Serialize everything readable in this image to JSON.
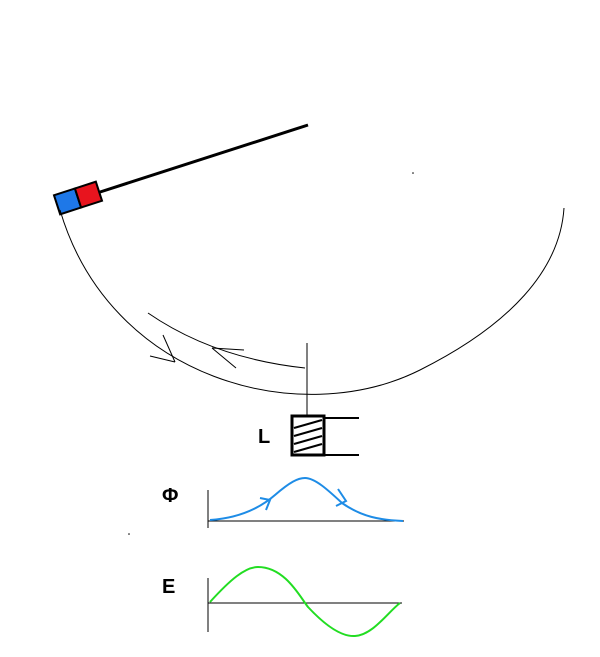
{
  "labels": {
    "coil": "L",
    "flux": "Φ",
    "emf": "E"
  },
  "colors": {
    "magnet_north": "#e8141e",
    "magnet_south": "#1e78e8",
    "flux_curve": "#1e8ce6",
    "emf_curve": "#22dd22",
    "line": "#000000"
  },
  "icons": {
    "motion_arrow": "arrow-head-icon",
    "flux_arrow": "arrow-head-icon"
  }
}
